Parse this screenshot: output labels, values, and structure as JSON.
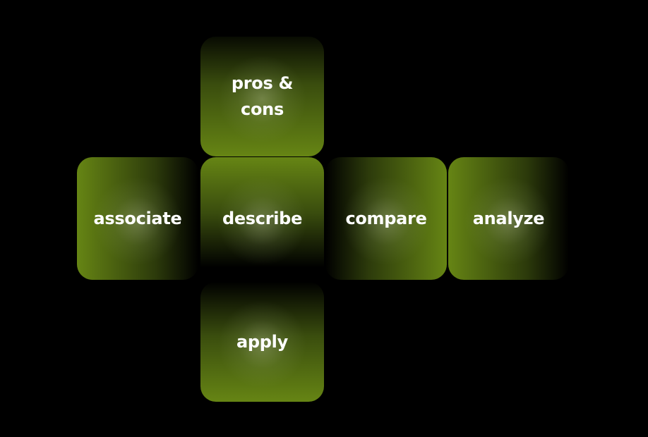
{
  "tiles": [
    {
      "label": "pros &\ncons"
    },
    {
      "label": "associate"
    },
    {
      "label": "describe"
    },
    {
      "label": "compare"
    },
    {
      "label": "analyze"
    },
    {
      "label": "apply"
    }
  ],
  "colors": {
    "background": "#000000",
    "accent": "#668514",
    "text": "#ffffff"
  }
}
